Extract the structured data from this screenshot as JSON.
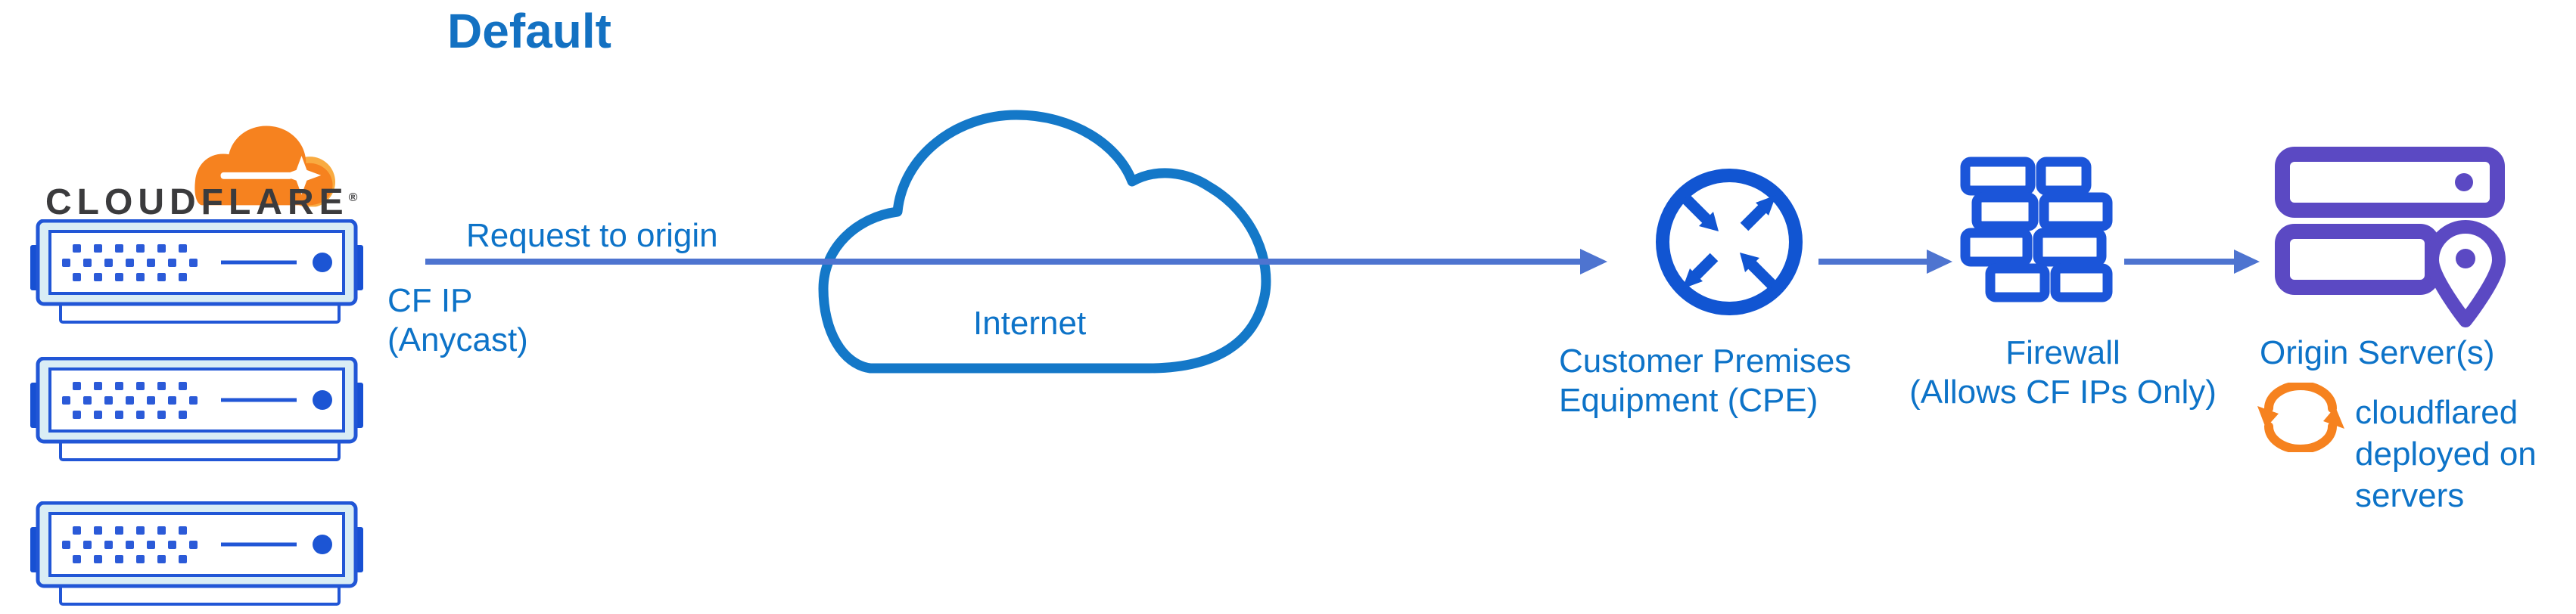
{
  "diagram": {
    "title": "Default",
    "brand": {
      "wordmark": "CLOUDFLARE",
      "registered_mark": "®"
    },
    "edge": {
      "server_count": 3,
      "ip_label_line1": "CF IP",
      "ip_label_line2": "(Anycast)"
    },
    "flow": {
      "arrow_label": "Request to origin",
      "internet_label": "Internet"
    },
    "nodes": {
      "cpe": {
        "line1": "Customer Premises",
        "line2": "Equipment (CPE)"
      },
      "firewall": {
        "line1": "Firewall",
        "line2": "(Allows CF IPs Only)"
      },
      "origin": {
        "label": "Origin Server(s)",
        "note_line1": "cloudflared",
        "note_line2": "deployed on",
        "note_line3": "servers"
      }
    },
    "icons": {
      "cloudflare_logo": "cloudflare-logo",
      "edge_server": "edge-server-icon",
      "internet_cloud": "internet-cloud-icon",
      "cpe_router": "cpe-router-icon",
      "firewall": "firewall-brick-icon",
      "origin_servers": "origin-servers-icon",
      "sync": "sync-arrows-icon"
    },
    "colors": {
      "title_blue": "#1371c2",
      "label_blue": "#0d73c8",
      "arrow_blue": "#4e74d0",
      "icon_blue": "#1b55d9",
      "server_border_blue": "#2156d6",
      "server_fill_light": "#d9edf5",
      "cloud_stroke_blue": "#1478c8",
      "origin_purple": "#5b49c3",
      "cloudflare_orange": "#f6821f",
      "cloudflare_orange_light": "#f9ab41",
      "wordmark_dark": "#3b3b3d"
    }
  }
}
